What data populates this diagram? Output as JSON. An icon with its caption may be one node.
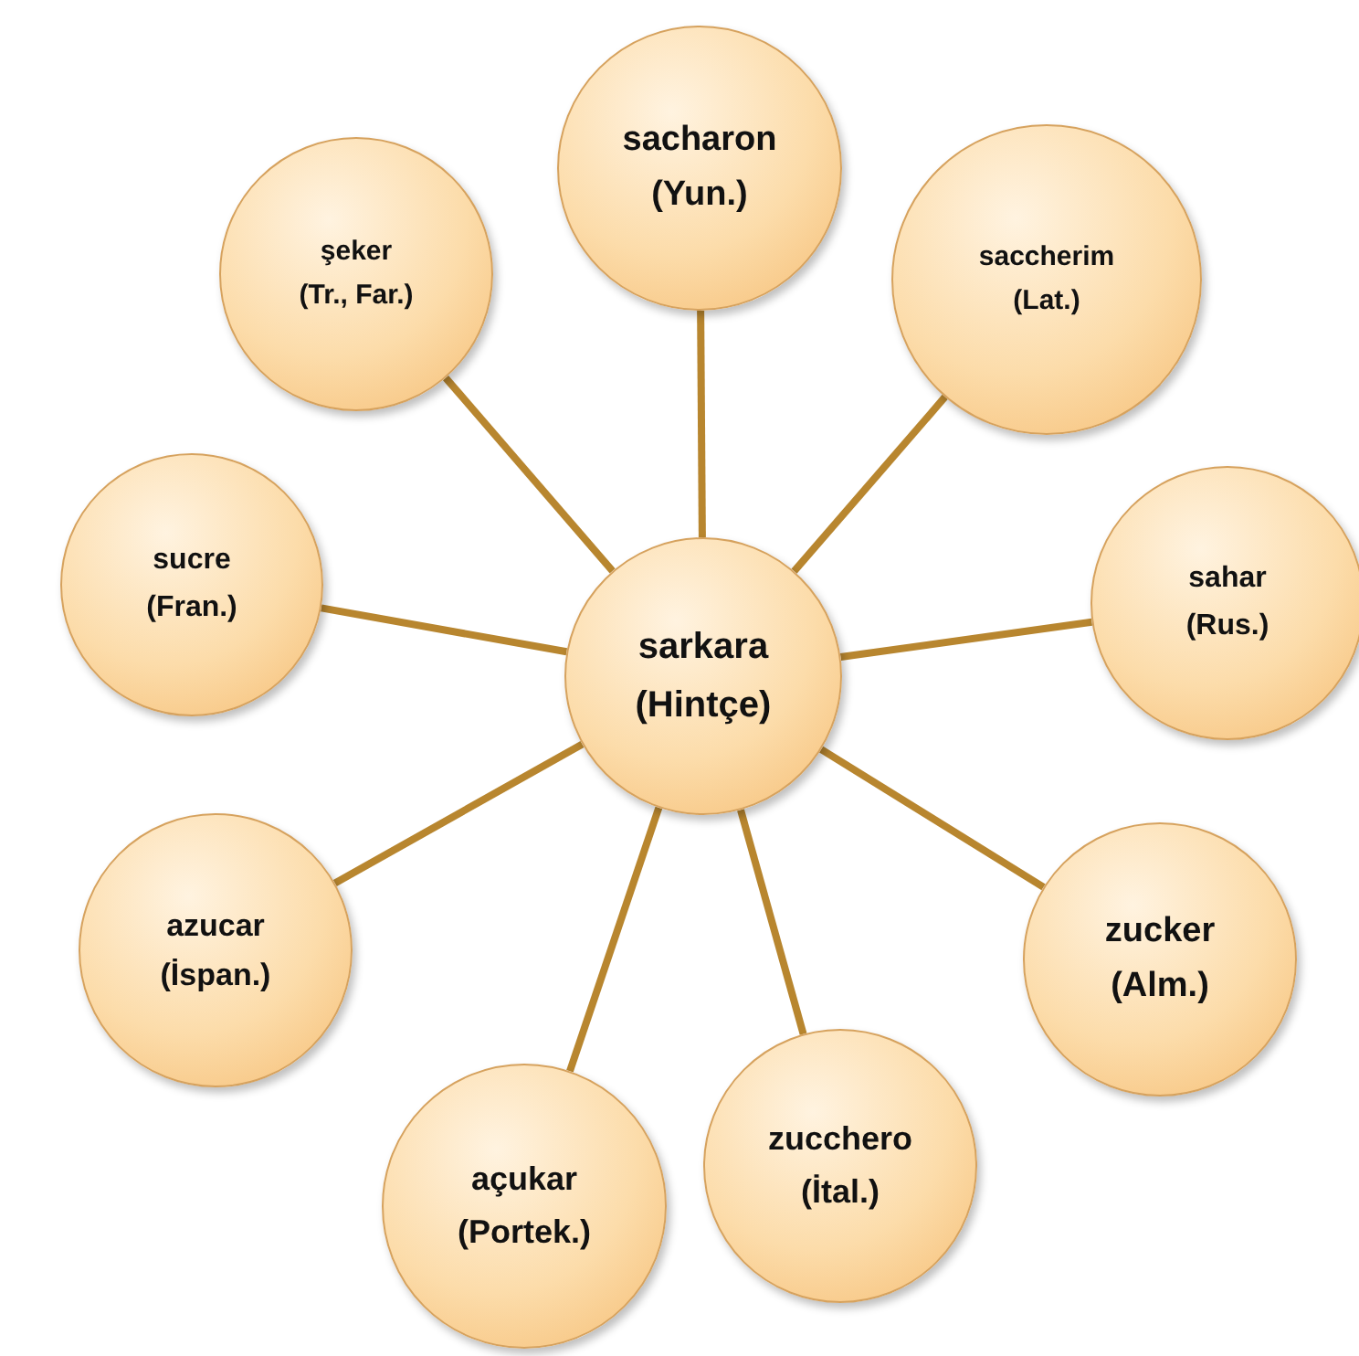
{
  "diagram": {
    "nodes": [
      {
        "text": [
          "sacharon",
          "(Yun.)"
        ]
      },
      {
        "text": [
          "şeker",
          "(Tr., Far.)"
        ]
      },
      {
        "text": [
          "saccherim",
          "(Lat.)"
        ]
      },
      {
        "text": [
          "sucre",
          "(Fran.)"
        ]
      },
      {
        "text": [
          "sahar",
          "(Rus.)"
        ]
      },
      {
        "text": [
          "sarkara",
          "(Hintçe)"
        ]
      },
      {
        "text": [
          "azucar",
          "(İspan.)"
        ]
      },
      {
        "text": [
          "zucker",
          "(Alm.)"
        ]
      },
      {
        "text": [
          "zucchero",
          "(İtal.)"
        ]
      },
      {
        "text": [
          "açukar",
          "(Portek.)"
        ]
      }
    ],
    "edges": [
      {
        "from": 5,
        "to": 0,
        "arrow": "none"
      },
      {
        "from": 5,
        "to": 2,
        "arrow": "none"
      },
      {
        "from": 5,
        "to": 4,
        "arrow": "none"
      },
      {
        "from": 5,
        "to": 7,
        "arrow": "none"
      },
      {
        "from": 5,
        "to": 8,
        "arrow": "none"
      },
      {
        "from": 5,
        "to": 9,
        "arrow": "none"
      },
      {
        "from": 5,
        "to": 6,
        "arrow": "none"
      },
      {
        "from": 5,
        "to": 3,
        "arrow": "none"
      },
      {
        "from": 5,
        "to": 1,
        "arrow": "none"
      }
    ]
  }
}
